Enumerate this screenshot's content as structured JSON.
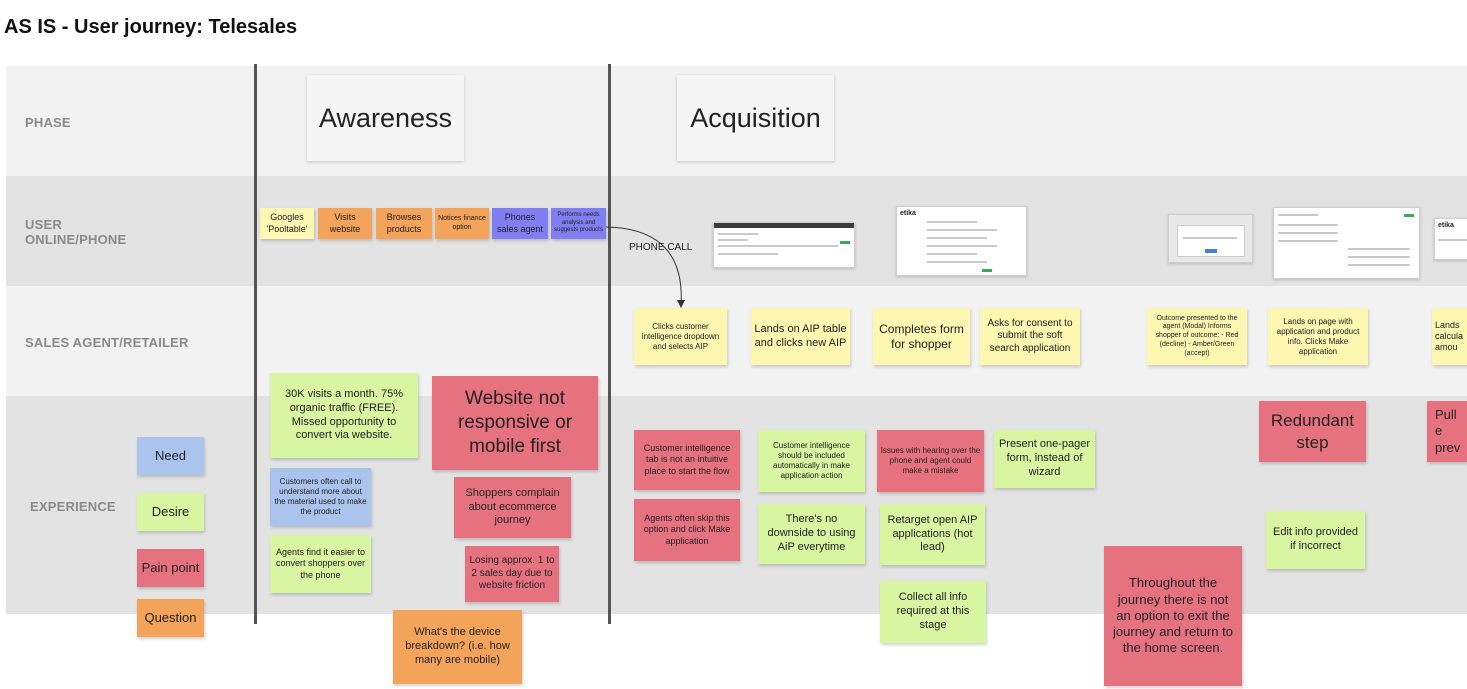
{
  "title": "AS IS - User journey: Telesales",
  "rows": {
    "phase": "PHASE",
    "user_line1": "USER",
    "user_line2": "ONLINE/PHONE",
    "sales": "SALES AGENT/RETAILER",
    "experience": "EXPERIENCE"
  },
  "phases": {
    "awareness": "Awareness",
    "acquisition": "Acquisition"
  },
  "legend": {
    "need": "Need",
    "desire": "Desire",
    "pain": "Pain point",
    "question": "Question"
  },
  "user_steps": {
    "google": "Googles 'Pooltable'",
    "visits": "Visits website",
    "browses": "Browses products",
    "notices": "Notices finance option",
    "phones": "Phones sales agent",
    "performs": "Performs needs analysis and suggests products"
  },
  "phone_call": "PHONE CALL",
  "screenshots": {
    "logo_a": "etika",
    "logo_b": "etika"
  },
  "sales_steps": {
    "s1": "Clicks customer intelligence dropdown and selects AIP",
    "s2": "Lands on AIP table and clicks new AIP",
    "s3": "Completes form for shopper",
    "s4": "Asks for consent to submit the soft search application",
    "s5": "Outcome presented to the agent (Modal) Informs shopper of outcome: - Red (decline) - Amber/Green (accept)",
    "s6": "Lands on page with application and product info. Clicks Make application",
    "s7": "Lands calcula amou"
  },
  "experience": {
    "e1": "30K visits a month. 75% organic traffic (FREE). Missed opportunity to convert via website.",
    "e2": "Website not responsive or mobile first",
    "e3": "Customers often call to understand more about the material used to make the product",
    "e4": "Shoppers complain about ecommerce journey",
    "e5": "Agents find it easier to convert shoppers over the phone",
    "e6": "Losing approx. 1 to 2 sales day due to website friction",
    "e7": "What's the device breakdown? (i.e. how many are mobile)",
    "e8": "Customer intelligence tab is not an intuitive place to start the flow",
    "e9": "Agents often skip this option and click Make application",
    "e10": "Customer intelligence should be included automatically in make application action",
    "e11": "There's no downside to using AiP everytime",
    "e12": "Issues with hearing over the phone and agent could make a mistake",
    "e13": "Retarget open AIP applications (hot lead)",
    "e14": "Collect all info required at this stage",
    "e15": "Present one-pager form, instead of wizard",
    "e16": "Throughout the journey there is not an option to exit the journey and return to the home screen.",
    "e17": "Redundant step",
    "e18": "Edit info provided if incorrect",
    "e19": "Pull e prev"
  }
}
